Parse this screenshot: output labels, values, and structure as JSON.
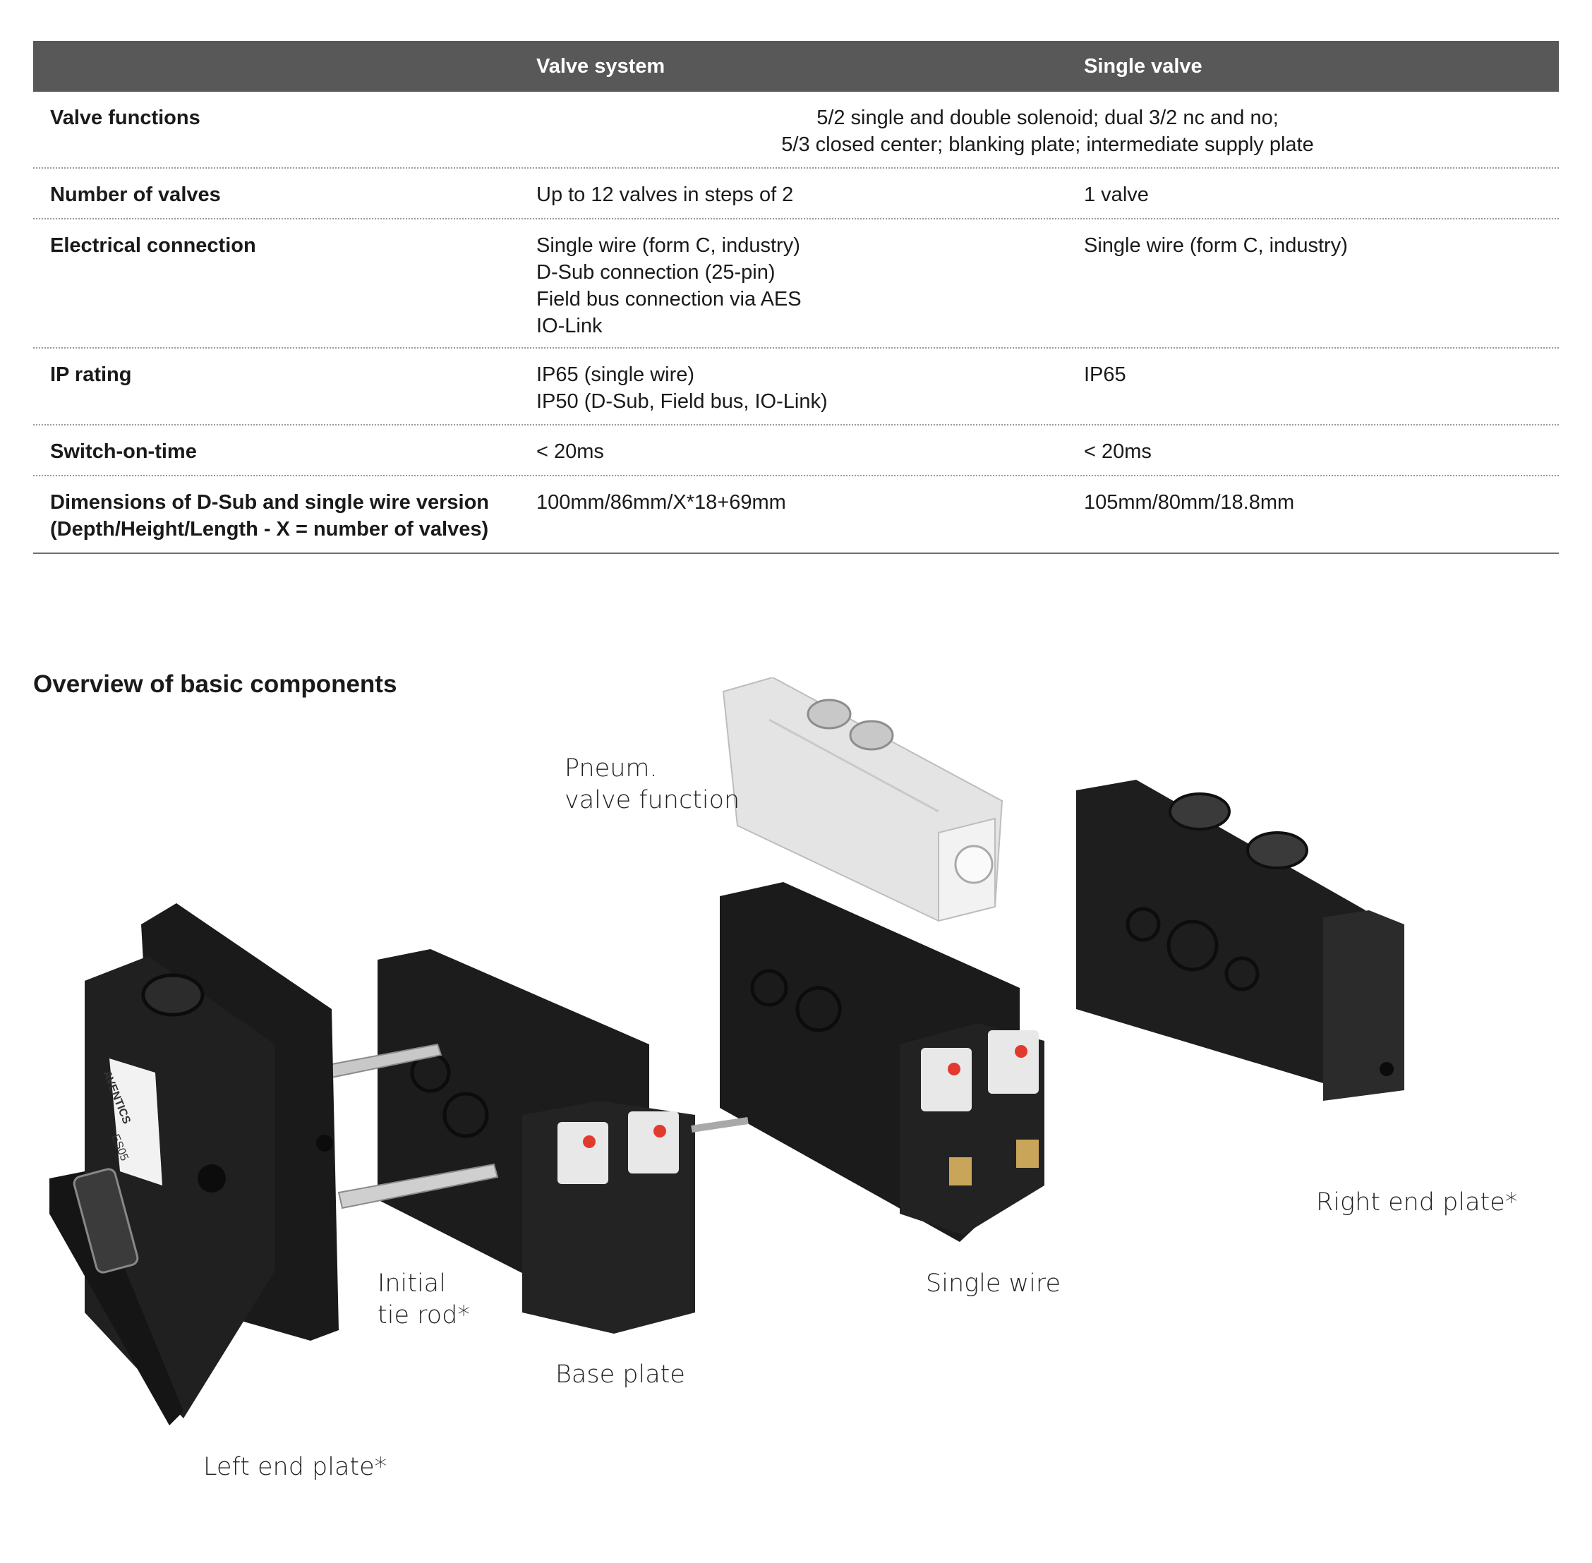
{
  "table": {
    "header": {
      "col1": "Valve system",
      "col2": "Single valve"
    },
    "rows": [
      {
        "label": [
          "Valve functions"
        ],
        "span": [
          "5/2 single and double solenoid; dual 3/2 nc and no;",
          "5/3 closed center; blanking plate; intermediate supply plate"
        ]
      },
      {
        "label": [
          "Number of valves"
        ],
        "c1": [
          "Up to 12 valves in steps of 2"
        ],
        "c2": [
          "1 valve"
        ]
      },
      {
        "label": [
          "Electrical connection"
        ],
        "c1": [
          "Single wire (form C, industry)",
          "D-Sub connection (25-pin)",
          "Field bus connection via AES",
          "IO-Link"
        ],
        "c2": [
          "Single wire (form C, industry)"
        ]
      },
      {
        "label": [
          "IP rating"
        ],
        "c1": [
          "IP65 (single wire)",
          "IP50 (D-Sub, Field bus, IO-Link)"
        ],
        "c2": [
          "IP65"
        ]
      },
      {
        "label": [
          "Switch-on-time"
        ],
        "c1": [
          "< 20ms"
        ],
        "c2": [
          "< 20ms"
        ]
      },
      {
        "label": [
          "Dimensions of D-Sub and single wire version",
          "(Depth/Height/Length - X = number of valves)"
        ],
        "c1": [
          "100mm/86mm/X*18+69mm"
        ],
        "c2": [
          "105mm/80mm/18.8mm"
        ]
      }
    ]
  },
  "overview": {
    "title": "Overview of basic components",
    "labels": {
      "pneum": [
        "Pneum.",
        "valve function"
      ],
      "initial": [
        "Initial",
        "tie rod*"
      ],
      "base": [
        "Base plate"
      ],
      "left_end": [
        "Left end plate*"
      ],
      "single_wire": [
        "Single wire"
      ],
      "right_end": [
        "Right end plate*"
      ]
    },
    "product_text": {
      "brand": "AVENTICS",
      "model": "ES05"
    },
    "colors": {
      "body": "#1c1c1c",
      "valve": "#e6e6e6",
      "rod": "#c8c8c8",
      "led": "#e23b2e"
    }
  }
}
